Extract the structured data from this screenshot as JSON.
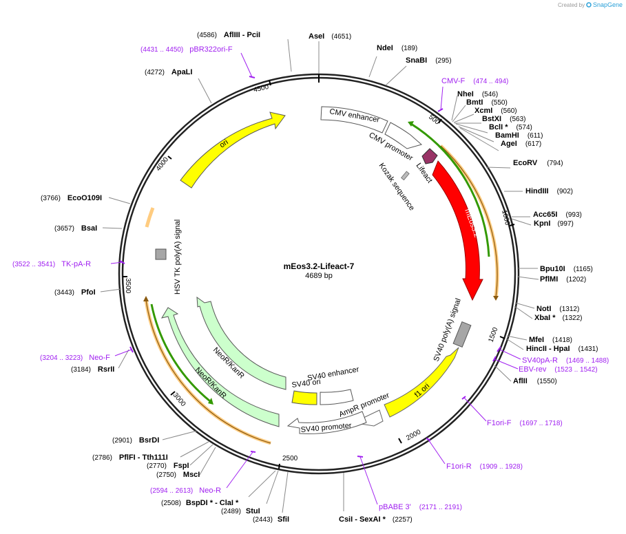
{
  "credit": {
    "prefix": "Created by",
    "brand": "SnapGene"
  },
  "plasmid": {
    "name": "mEos3.2-Lifeact-7",
    "length_label": "4689 bp",
    "length": 4689
  },
  "ticks": [
    {
      "pos": 500,
      "label": "500"
    },
    {
      "pos": 1000,
      "label": "1000"
    },
    {
      "pos": 1500,
      "label": "1500"
    },
    {
      "pos": 2000,
      "label": "2000"
    },
    {
      "pos": 2500,
      "label": "2500"
    },
    {
      "pos": 3000,
      "label": "3000"
    },
    {
      "pos": 3500,
      "label": "3500"
    },
    {
      "pos": 4000,
      "label": "4000"
    },
    {
      "pos": 4500,
      "label": "4500"
    }
  ],
  "sites": [
    {
      "name": "AseI",
      "pos_label": "(4651)"
    },
    {
      "name": "NdeI",
      "pos_label": "(189)"
    },
    {
      "name": "SnaBI",
      "pos_label": "(295)"
    },
    {
      "name": "NheI",
      "pos_label": "(546)"
    },
    {
      "name": "BmtI",
      "pos_label": "(550)"
    },
    {
      "name": "XcmI",
      "pos_label": "(560)"
    },
    {
      "name": "BstXI",
      "pos_label": "(563)"
    },
    {
      "name": "BclI *",
      "pos_label": "(574)"
    },
    {
      "name": "BamHI",
      "pos_label": "(611)"
    },
    {
      "name": "AgeI",
      "pos_label": "(617)"
    },
    {
      "name": "EcoRV",
      "pos_label": "(794)"
    },
    {
      "name": "HindIII",
      "pos_label": "(902)"
    },
    {
      "name": "Acc65I",
      "pos_label": "(993)"
    },
    {
      "name": "KpnI",
      "pos_label": "(997)"
    },
    {
      "name": "Bpu10I",
      "pos_label": "(1165)"
    },
    {
      "name": "PflMI",
      "pos_label": "(1202)"
    },
    {
      "name": "NotI",
      "pos_label": "(1312)"
    },
    {
      "name": "XbaI *",
      "pos_label": "(1322)"
    },
    {
      "name": "MfeI",
      "pos_label": "(1418)"
    },
    {
      "name": "HincII  -  HpaI",
      "pos_label": "(1431)"
    },
    {
      "name": "AflII",
      "pos_label": "(1550)"
    },
    {
      "name": "CsiI  -  SexAI *",
      "pos_label": "(2257)"
    },
    {
      "name": "SfiI",
      "pos_label": "(2443)"
    },
    {
      "name": "StuI",
      "pos_label": "(2489)"
    },
    {
      "name": "BspDI *  -  ClaI *",
      "pos_label": "(2508)"
    },
    {
      "name": "MscI",
      "pos_label": "(2750)"
    },
    {
      "name": "FspI",
      "pos_label": "(2770)"
    },
    {
      "name": "PflFI  -  Tth111I",
      "pos_label": "(2786)"
    },
    {
      "name": "BsrDI",
      "pos_label": "(2901)"
    },
    {
      "name": "RsrII",
      "pos_label": "(3184)"
    },
    {
      "name": "PfoI",
      "pos_label": "(3443)"
    },
    {
      "name": "BsaI",
      "pos_label": "(3657)"
    },
    {
      "name": "EcoO109I",
      "pos_label": "(3766)"
    },
    {
      "name": "ApaLI",
      "pos_label": "(4272)"
    },
    {
      "name": "AflIII  -  PciI",
      "pos_label": "(4586)"
    }
  ],
  "primers": [
    {
      "name": "CMV-F",
      "range_label": "(474 .. 494)"
    },
    {
      "name": "SV40pA-R",
      "range_label": "(1469 .. 1488)"
    },
    {
      "name": "EBV-rev",
      "range_label": "(1523 .. 1542)"
    },
    {
      "name": "F1ori-F",
      "range_label": "(1697 .. 1718)"
    },
    {
      "name": "F1ori-R",
      "range_label": "(1909 .. 1928)"
    },
    {
      "name": "pBABE 3'",
      "range_label": "(2171 .. 2191)"
    },
    {
      "name": "Neo-R",
      "range_label": "(2594 .. 2613)"
    },
    {
      "name": "Neo-F",
      "range_label": "(3204 .. 3223)"
    },
    {
      "name": "TK-pA-R",
      "range_label": "(3522 .. 3541)"
    },
    {
      "name": "pBR322ori-F",
      "range_label": "(4431 .. 4450)"
    }
  ],
  "features": [
    {
      "name": "CMV enhancer",
      "color": "#ffffff"
    },
    {
      "name": "CMV promoter",
      "color": "#ffffff"
    },
    {
      "name": "Lifeact",
      "color": "#993366"
    },
    {
      "name": "Kozak sequence",
      "color": "#bbbbbb"
    },
    {
      "name": "mEos3.2",
      "color": "#ff0000"
    },
    {
      "name": "SV40 poly(A) signal",
      "color": "#a6a6a6"
    },
    {
      "name": "f1 ori",
      "color": "#ffff00"
    },
    {
      "name": "AmpR promoter",
      "color": "#ffffff"
    },
    {
      "name": "SV40 enhancer",
      "color": "#ffffff"
    },
    {
      "name": "SV40 ori",
      "color": "#ffff00"
    },
    {
      "name": "SV40 promoter",
      "color": "#ffffff"
    },
    {
      "name": "NeoR/KanR",
      "color": "#ccffcc"
    },
    {
      "name": "NeoR/KanR",
      "color": "#ccffcc"
    },
    {
      "name": "HSV TK poly(A) signal",
      "color": "#a6a6a6"
    },
    {
      "name": "ori",
      "color": "#ffff00"
    }
  ],
  "colors": {
    "primer": "#a020f0",
    "orf_green": "#339900",
    "orf_orange": "#ffcc80",
    "backbone": "#222222"
  }
}
